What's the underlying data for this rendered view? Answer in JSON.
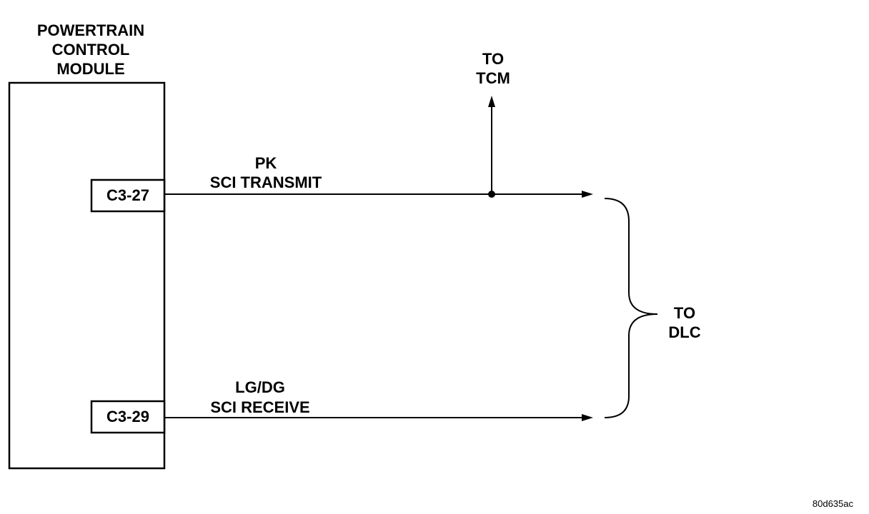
{
  "module": {
    "title_lines": [
      "POWERTRAIN",
      "CONTROL",
      "MODULE"
    ]
  },
  "pins": [
    {
      "id": "C3-27",
      "label": "C3-27"
    },
    {
      "id": "C3-29",
      "label": "C3-29"
    }
  ],
  "wires": [
    {
      "color_code": "PK",
      "function": "SCI TRANSMIT"
    },
    {
      "color_code": "LG/DG",
      "function": "SCI RECEIVE"
    }
  ],
  "tcm": {
    "lines": [
      "TO",
      "TCM"
    ]
  },
  "dlc": {
    "lines": [
      "TO",
      "DLC"
    ]
  },
  "figure_id": "80d635ac"
}
